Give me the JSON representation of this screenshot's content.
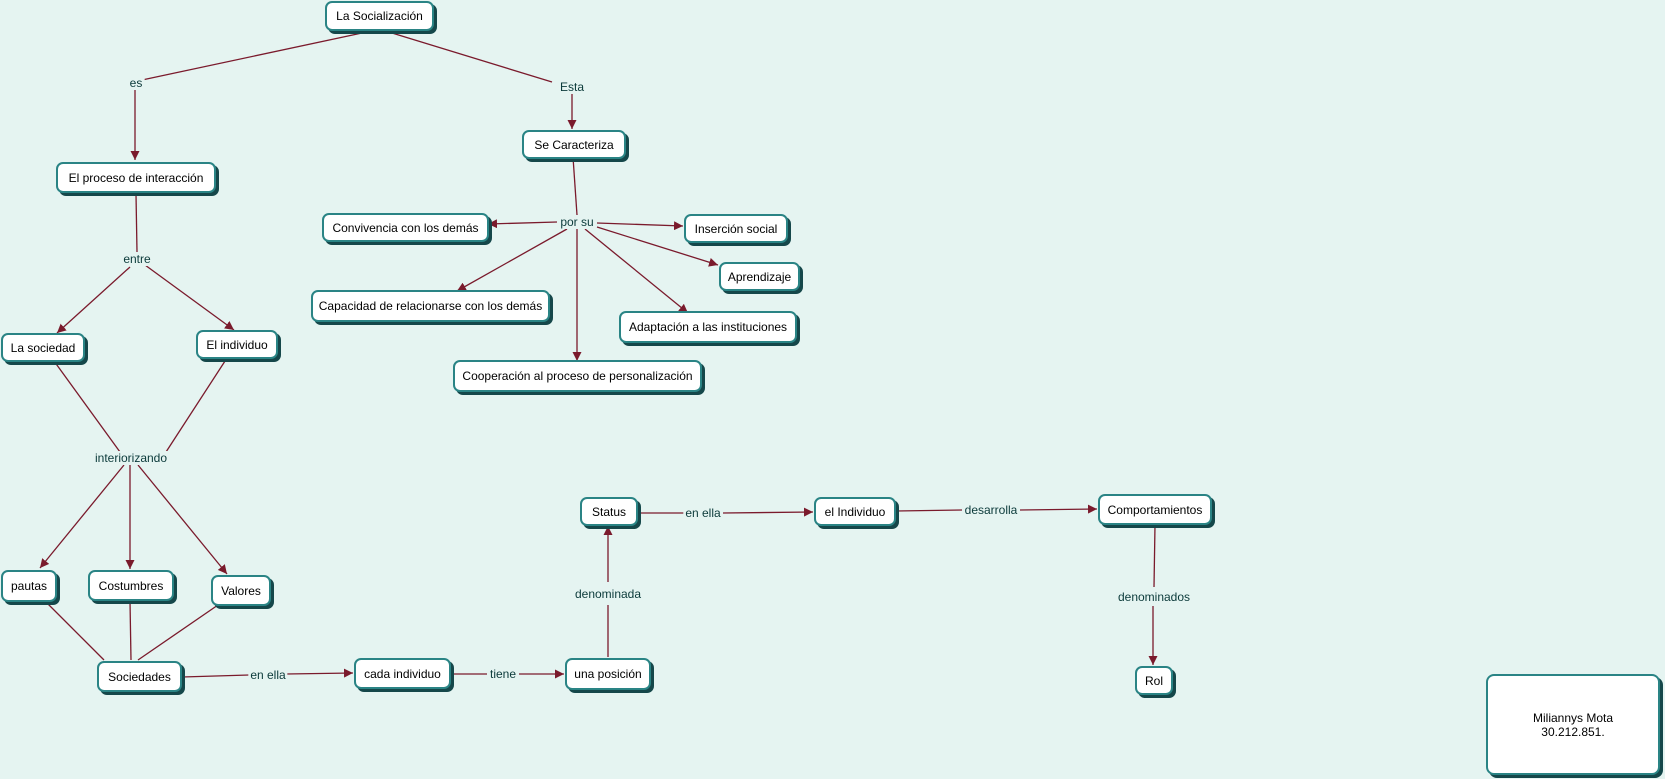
{
  "concepts": {
    "socializacion": "La Socialización",
    "proceso": "El proceso de interacción",
    "caracteriza": "Se Caracteriza",
    "convivencia": "Convivencia con los demás",
    "insercion": "Inserción social",
    "aprendizaje": "Aprendizaje",
    "capacidad": "Capacidad de relacionarse con los demás",
    "adaptacion": "Adaptación a las instituciones",
    "cooperacion": "Cooperación al proceso de personalización",
    "sociedad": "La sociedad",
    "individuo": "El individuo",
    "pautas": "pautas",
    "costumbres": "Costumbres",
    "valores": "Valores",
    "sociedades": "Sociedades",
    "cada_individuo": "cada individuo",
    "posicion": "una posición",
    "status": "Status",
    "el_individuo": "el Individuo",
    "comportamientos": "Comportamientos",
    "rol": "Rol"
  },
  "linking_phrases": {
    "es": "es",
    "esta": "Esta",
    "por_su": "por su",
    "entre": "entre",
    "interiorizando": "interiorizando",
    "en_ella_1": "en ella",
    "tiene": "tiene",
    "denominada": "denominada",
    "en_ella_2": "en ella",
    "desarrolla": "desarrolla",
    "denominados": "denominados"
  },
  "author": {
    "name": "Miliannys Mota",
    "id": "30.212.851."
  },
  "colors": {
    "background": "#e5f4f1",
    "node_border": "#2a8485",
    "node_shadow": "#15474a",
    "link": "#7a1a2c"
  }
}
